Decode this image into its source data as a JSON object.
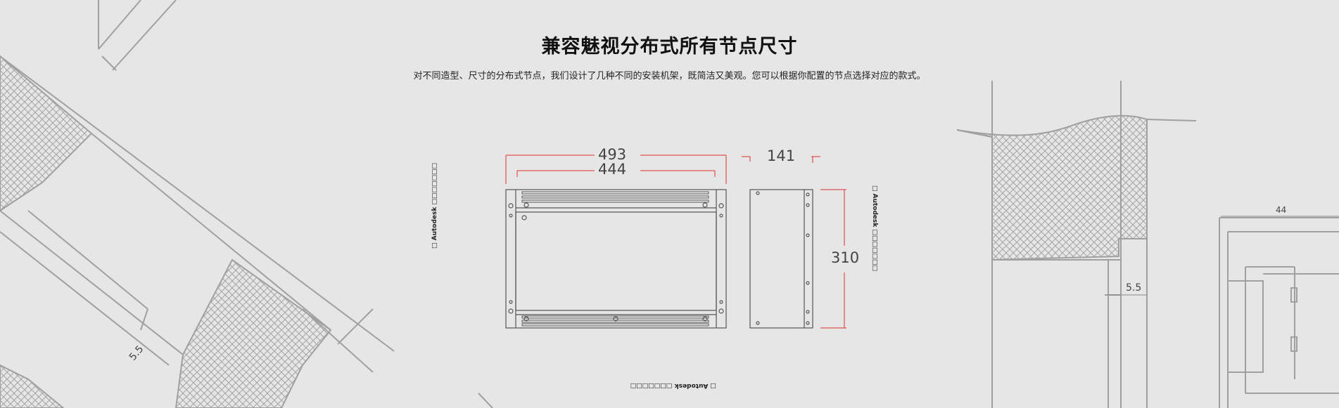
{
  "header": {
    "title": "兼容魅视分布式所有节点尺寸",
    "subtitle": "对不同造型、尺寸的分布式节点，我们设计了几种不同的安装机架，既简洁又美观。您可以根据你配置的节点选择对应的款式。"
  },
  "drawing": {
    "front_width": "493",
    "inner_width": "444",
    "side_depth": "141",
    "height": "310",
    "bg_dim_top_right": "44",
    "bg_dim_right": "5.5",
    "bg_dim_left": "5.5",
    "watermark": "□ Autodesk □□□□□□□"
  },
  "colors": {
    "background": "#e6e6e6",
    "line": "#555555",
    "dimension_red": "#e03030",
    "hatch": "#9a9a9a"
  }
}
